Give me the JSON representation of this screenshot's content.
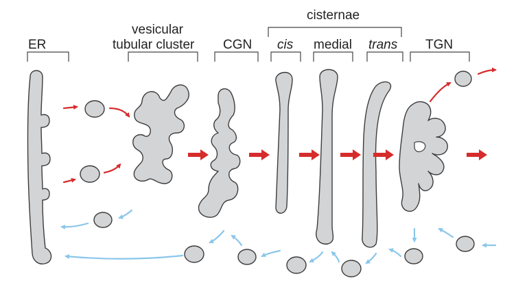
{
  "labels": {
    "er": "ER",
    "vtc_line1": "vesicular",
    "vtc_line2": "tubular cluster",
    "cgn": "CGN",
    "cisternae": "cisternae",
    "cis": "cis",
    "medial": "medial",
    "trans": "trans",
    "tgn": "TGN"
  },
  "colors": {
    "organelle_fill": "#d3d4d6",
    "outline": "#3c3c3c",
    "anterograde_arrow": "#d62c2c",
    "retrograde_arrow": "#8ac6ea"
  }
}
